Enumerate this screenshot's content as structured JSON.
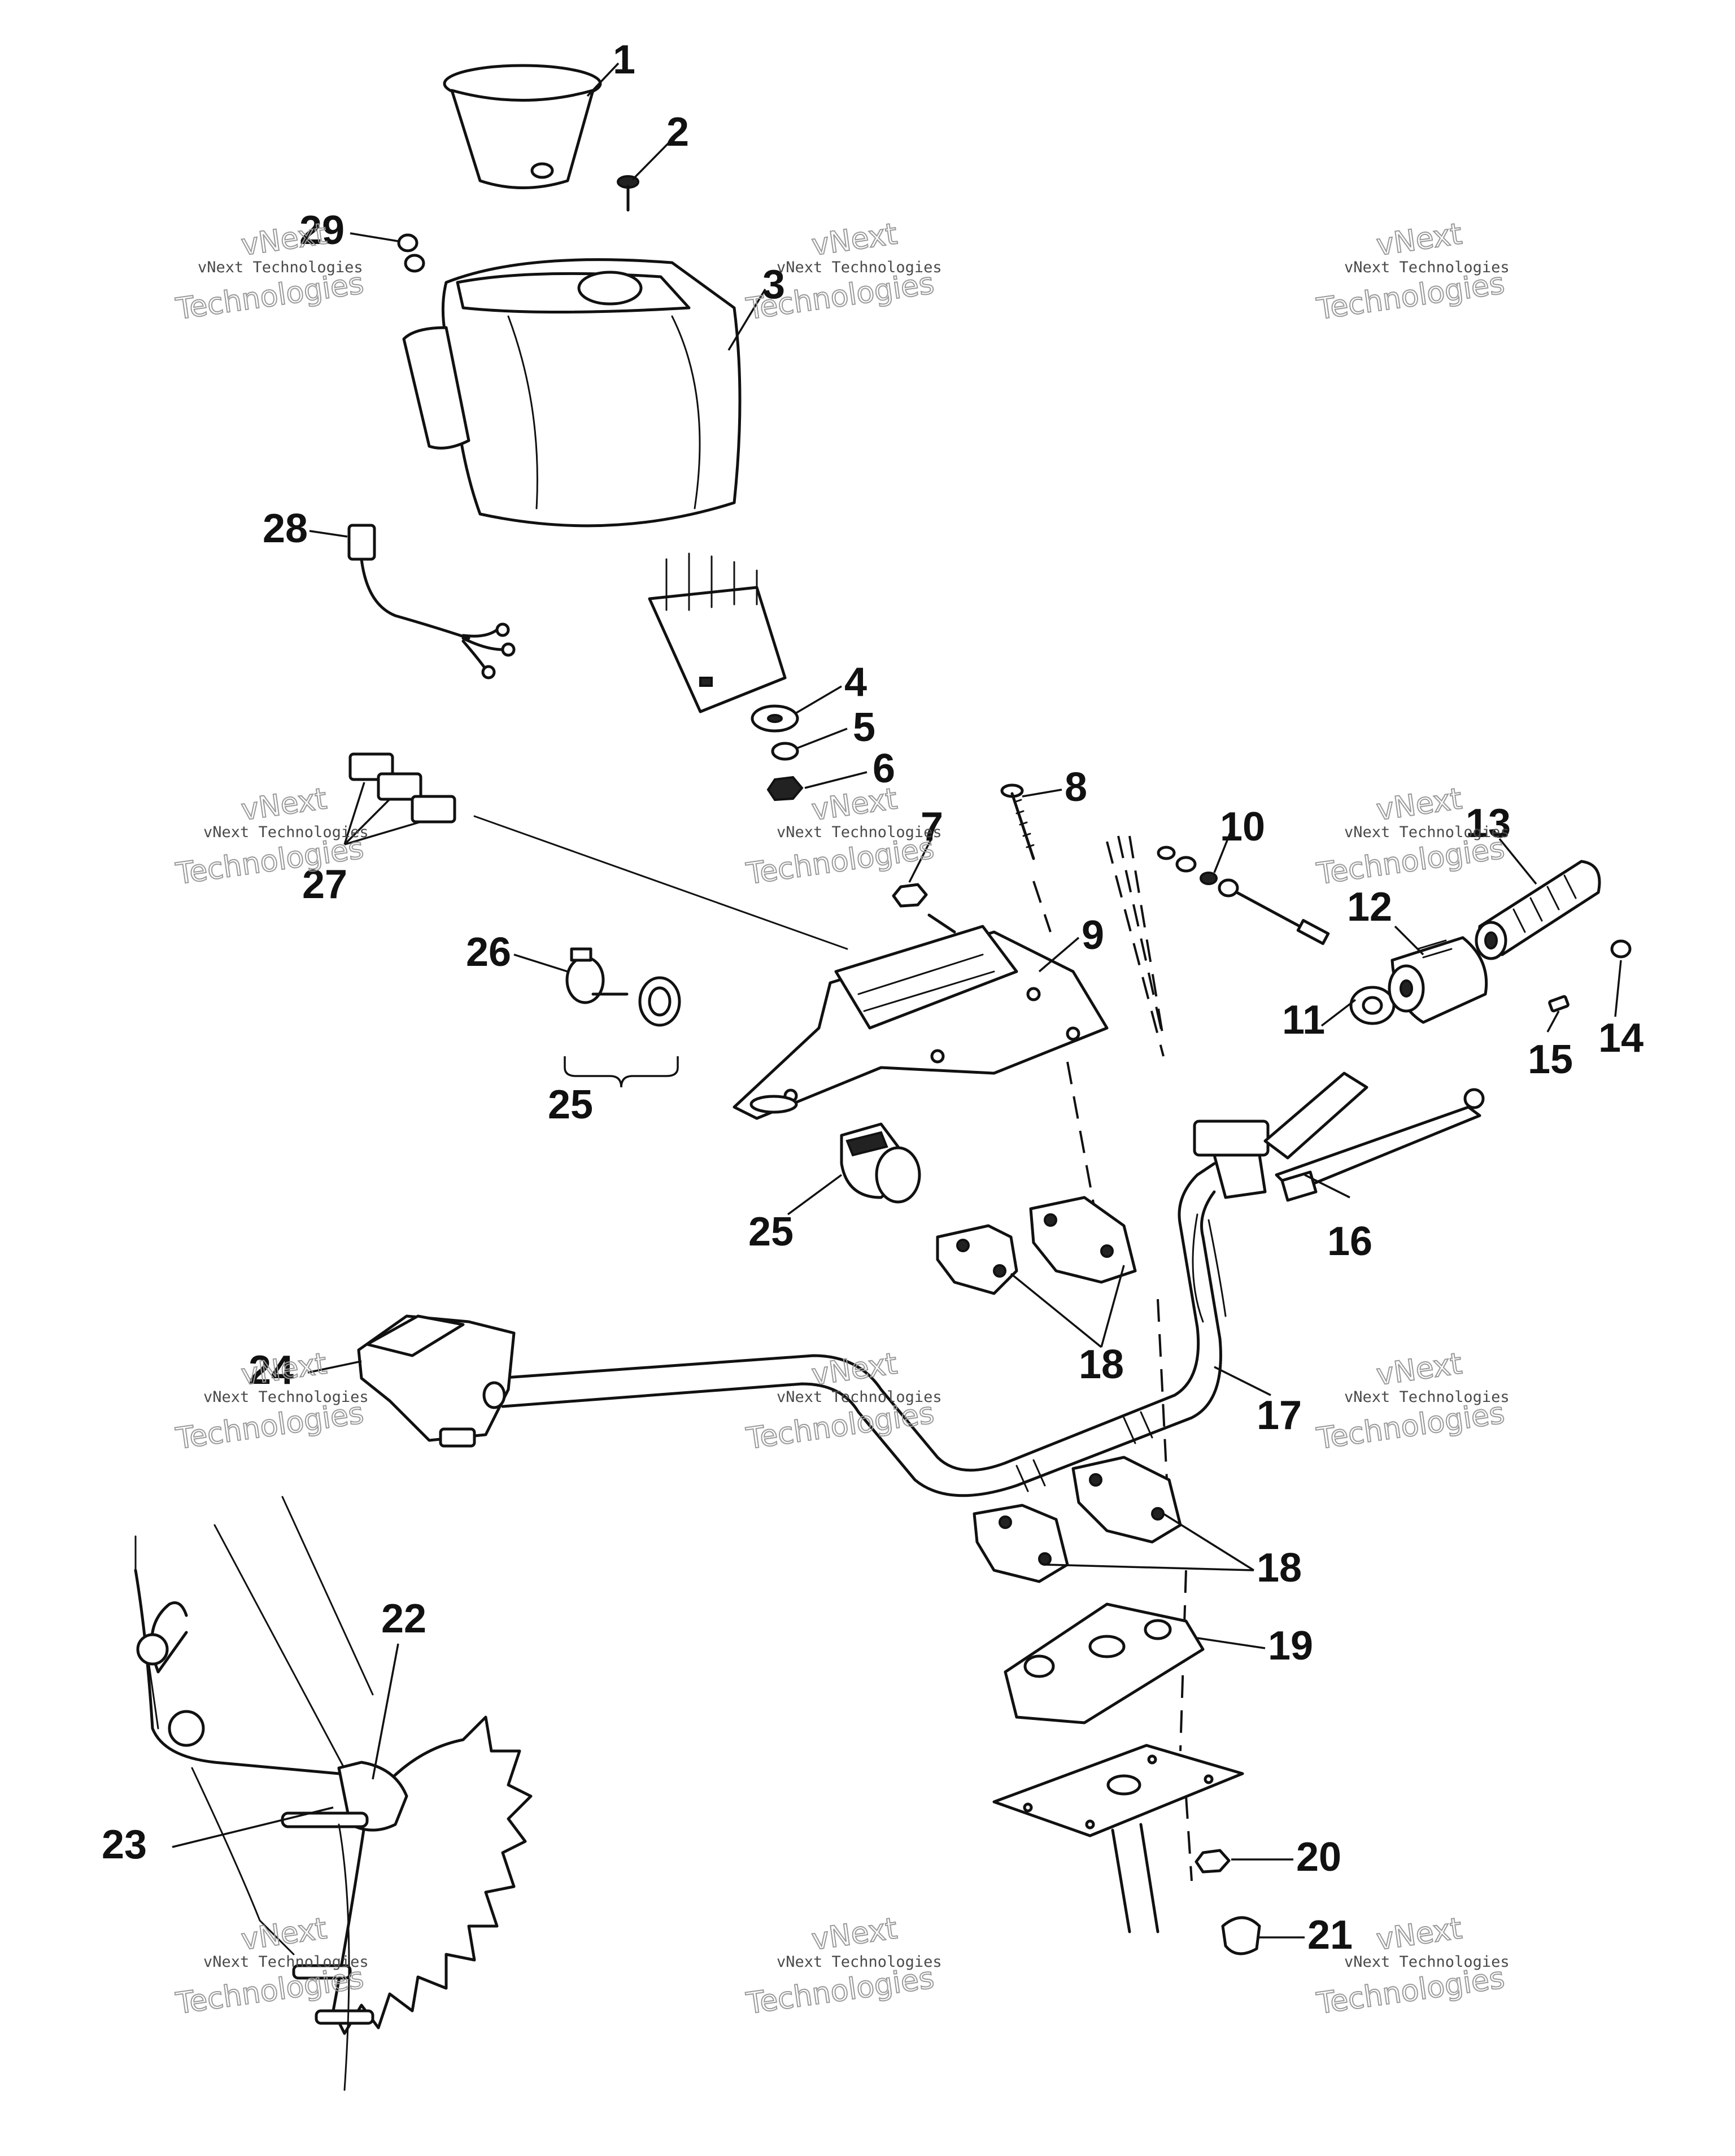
{
  "diagram": {
    "callouts": [
      {
        "id": "1",
        "label": "1"
      },
      {
        "id": "2",
        "label": "2"
      },
      {
        "id": "3",
        "label": "3"
      },
      {
        "id": "4",
        "label": "4"
      },
      {
        "id": "5",
        "label": "5"
      },
      {
        "id": "6",
        "label": "6"
      },
      {
        "id": "7",
        "label": "7"
      },
      {
        "id": "8",
        "label": "8"
      },
      {
        "id": "9",
        "label": "9"
      },
      {
        "id": "10",
        "label": "10"
      },
      {
        "id": "11",
        "label": "11"
      },
      {
        "id": "12",
        "label": "12"
      },
      {
        "id": "13",
        "label": "13"
      },
      {
        "id": "14",
        "label": "14"
      },
      {
        "id": "15",
        "label": "15"
      },
      {
        "id": "16",
        "label": "16"
      },
      {
        "id": "17",
        "label": "17"
      },
      {
        "id": "18a",
        "label": "18"
      },
      {
        "id": "18b",
        "label": "18"
      },
      {
        "id": "19",
        "label": "19"
      },
      {
        "id": "20",
        "label": "20"
      },
      {
        "id": "21",
        "label": "21"
      },
      {
        "id": "22",
        "label": "22"
      },
      {
        "id": "23",
        "label": "23"
      },
      {
        "id": "24",
        "label": "24"
      },
      {
        "id": "25a",
        "label": "25"
      },
      {
        "id": "25b",
        "label": "25"
      },
      {
        "id": "26",
        "label": "26"
      },
      {
        "id": "27",
        "label": "27"
      },
      {
        "id": "28",
        "label": "28"
      },
      {
        "id": "29",
        "label": "29"
      }
    ],
    "watermark": {
      "brand": "vNext",
      "small_text": "vNext Technologies",
      "large_text": "Technologies"
    }
  }
}
